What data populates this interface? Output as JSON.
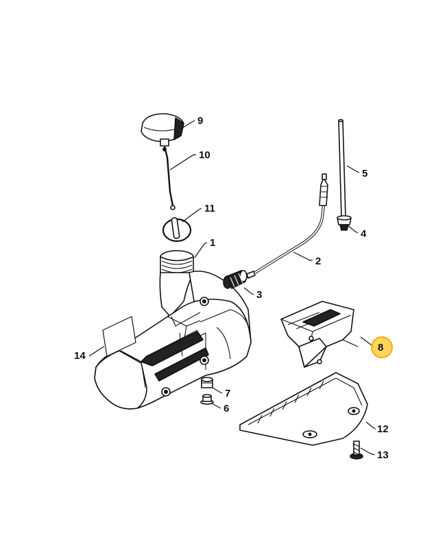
{
  "colors": {
    "line": "#111111",
    "background": "#ffffff",
    "highlight_fill": "#ffd24a",
    "highlight_ring": "#f0a500"
  },
  "highlighted_part": "8",
  "parts": {
    "p1": "1",
    "p2": "2",
    "p3": "3",
    "p4": "4",
    "p5": "5",
    "p6": "6",
    "p7": "7",
    "p8": "8",
    "p9": "9",
    "p10": "10",
    "p11": "11",
    "p12": "12",
    "p13": "13",
    "p14": "14"
  }
}
